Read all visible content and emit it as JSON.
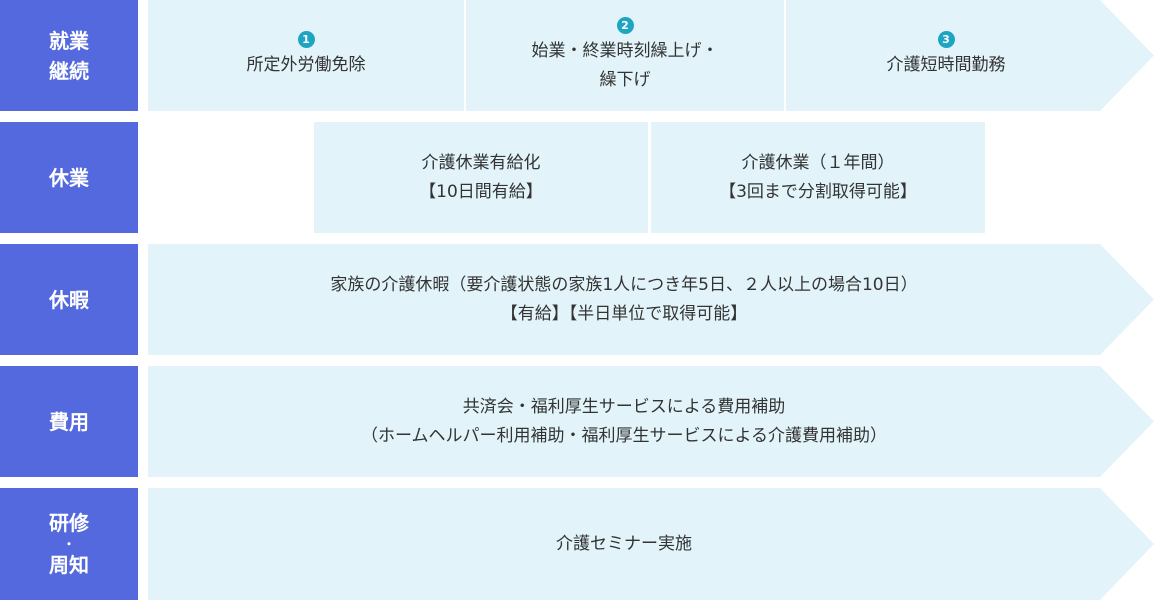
{
  "rows": {
    "continuation": {
      "label_line1": "就業",
      "label_line2": "継続",
      "items": [
        {
          "num": "1",
          "line1": "所定外労働免除",
          "line2": ""
        },
        {
          "num": "2",
          "line1": "始業・終業時刻繰上げ・",
          "line2": "繰下げ"
        },
        {
          "num": "3",
          "line1": "介護短時間勤務",
          "line2": ""
        }
      ]
    },
    "leave": {
      "label": "休業",
      "items": [
        {
          "line1": "介護休業有給化",
          "line2": "【10日間有給】"
        },
        {
          "line1": "介護休業（１年間）",
          "line2": "【3回まで分割取得可能】"
        }
      ]
    },
    "holiday": {
      "label": "休暇",
      "line1": "家族の介護休暇（要介護状態の家族1人につき年5日、２人以上の場合10日）",
      "line2": "【有給】【半日単位で取得可能】"
    },
    "cost": {
      "label": "費用",
      "line1": "共済会・福利厚生サービスによる費用補助",
      "line2": "（ホームヘルパー利用補助・福利厚生サービスによる介護費用補助）"
    },
    "training": {
      "label_line1": "研修",
      "label_dot": "・",
      "label_line2": "周知",
      "line1": "介護セミナー実施"
    }
  },
  "colors": {
    "label_bg": "#5469dd",
    "arrow_bg": "#e2f4f9",
    "number_badge": "#1ea5c2",
    "text": "#333333"
  }
}
